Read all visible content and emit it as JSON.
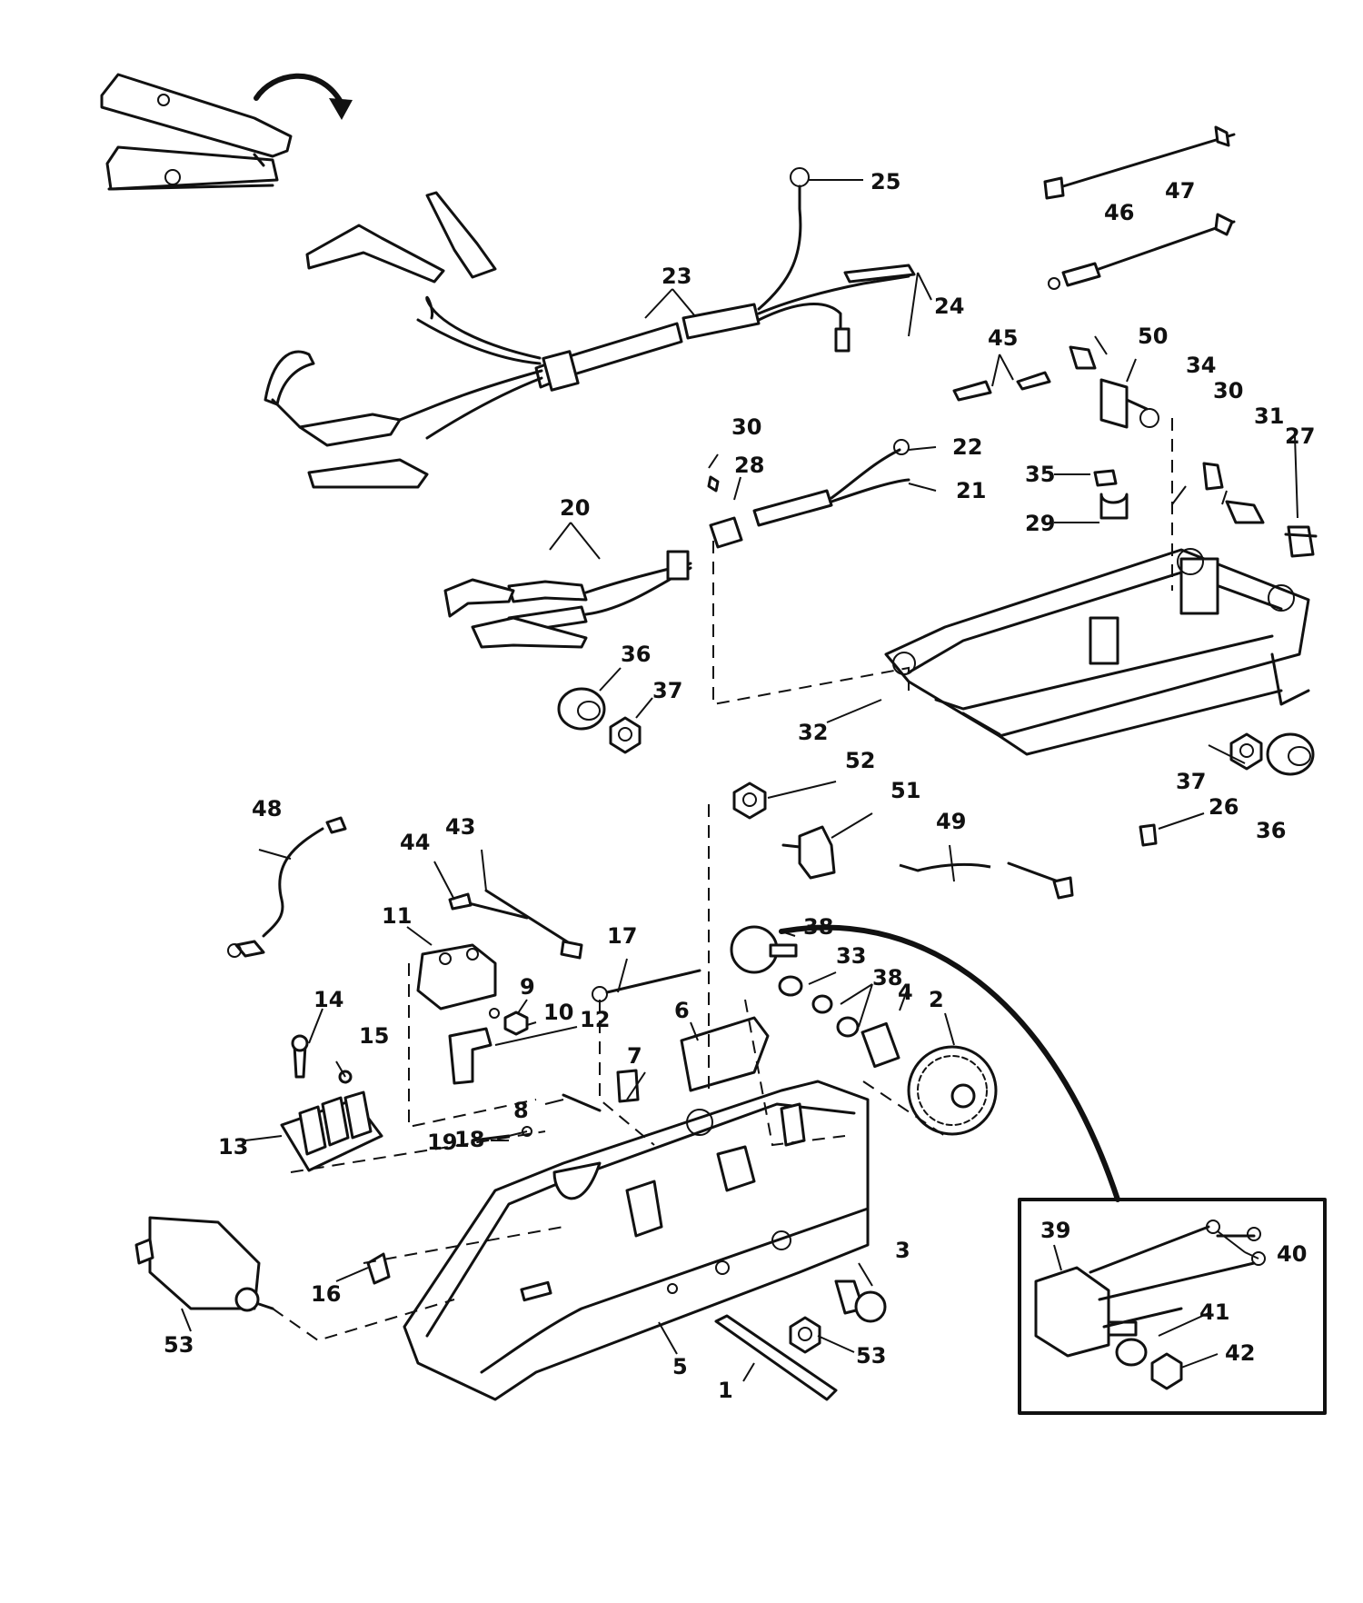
{
  "callouts": [
    "1",
    "2",
    "3",
    "4",
    "5",
    "6",
    "7",
    "8",
    "9",
    "10",
    "11",
    "12",
    "13",
    "14",
    "15",
    "16",
    "17",
    "18",
    "19",
    "20",
    "21",
    "22",
    "23",
    "24",
    "25",
    "26",
    "27",
    "28",
    "29",
    "30",
    "30",
    "31",
    "32",
    "33",
    "34",
    "35",
    "36",
    "36",
    "37",
    "37",
    "37",
    "38",
    "38",
    "38",
    "39",
    "40",
    "41",
    "42",
    "43",
    "44",
    "45",
    "46",
    "47",
    "48",
    "49",
    "50",
    "51",
    "52",
    "53",
    "53"
  ],
  "colors": {
    "ink": "#111111",
    "paper": "#ffffff"
  }
}
